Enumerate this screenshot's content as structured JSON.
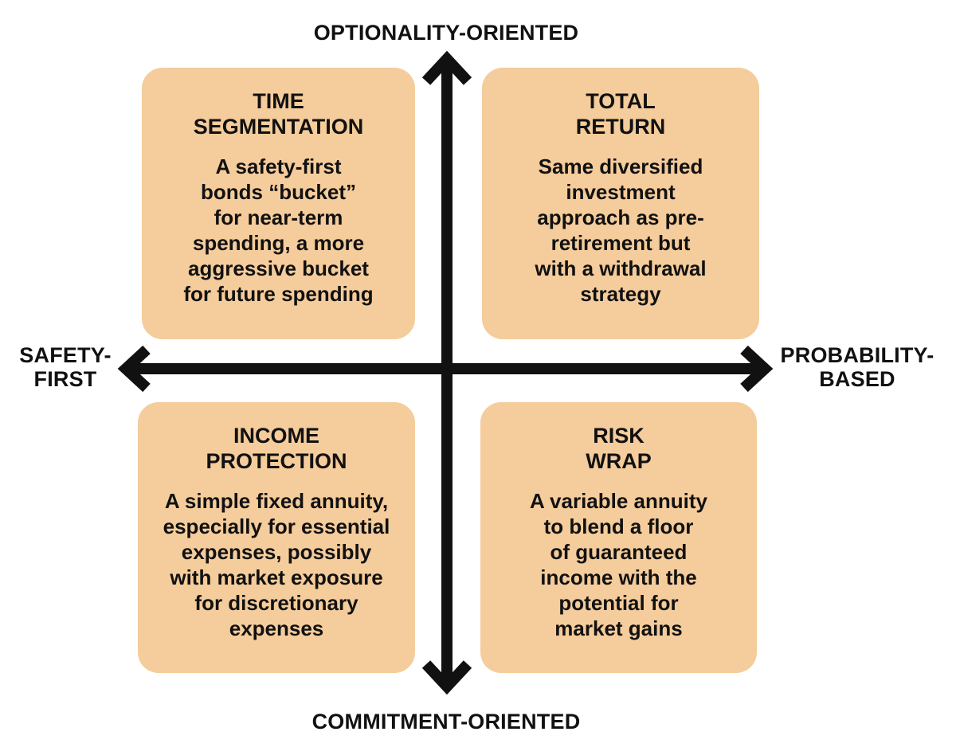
{
  "colors": {
    "quadrant_fill": "#f5cc9b",
    "axis": "#111111",
    "text": "#111111",
    "background": "#ffffff"
  },
  "axes": {
    "top": "OPTIONALITY-ORIENTED",
    "bottom": "COMMITMENT-ORIENTED",
    "left": [
      "SAFETY-",
      "FIRST"
    ],
    "right": [
      "PROBABILITY-",
      "BASED"
    ]
  },
  "quadrants": {
    "top_left": {
      "title": [
        "TIME",
        "SEGMENTATION"
      ],
      "body": [
        "A safety-first",
        "bonds “bucket”",
        "for near-term",
        "spending, a more",
        "aggressive bucket",
        "for future spending"
      ]
    },
    "top_right": {
      "title": [
        "TOTAL",
        "RETURN"
      ],
      "body": [
        "Same diversified",
        "investment",
        "approach as pre-",
        "retirement but",
        "with a withdrawal",
        "strategy"
      ]
    },
    "bottom_left": {
      "title": [
        "INCOME",
        "PROTECTION"
      ],
      "body": [
        "A simple fixed annuity,",
        "especially for essential",
        "expenses, possibly",
        "with market exposure",
        "for discretionary",
        "expenses"
      ]
    },
    "bottom_right": {
      "title": [
        "RISK",
        "WRAP"
      ],
      "body": [
        "A variable annuity",
        "to blend a floor",
        "of guaranteed",
        "income with the",
        "potential for",
        "market gains"
      ]
    }
  }
}
